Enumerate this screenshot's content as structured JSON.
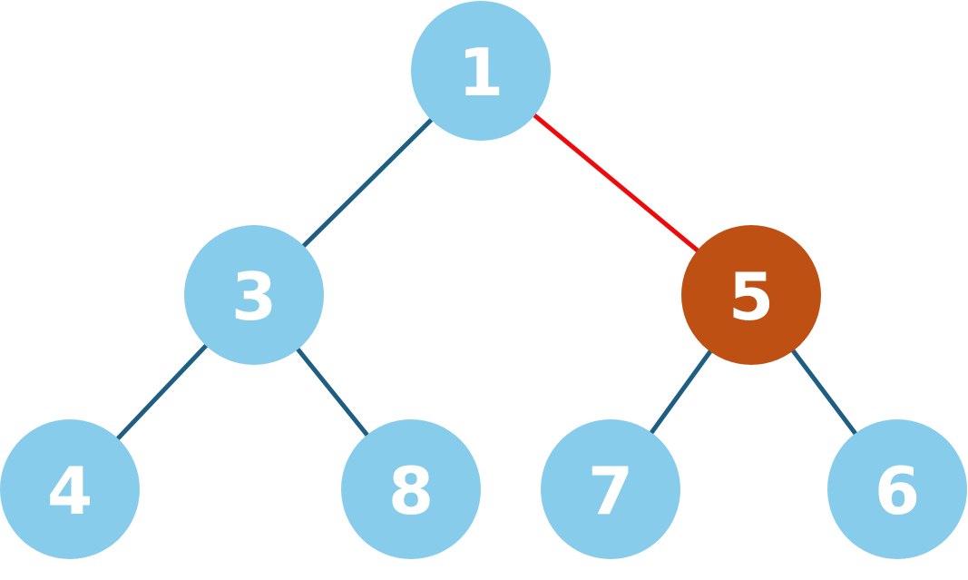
{
  "colors": {
    "node_default": "#87CCEB",
    "node_highlight": "#BF5014",
    "edge_default": "#1D5E82",
    "edge_highlight": "#EE0A0A",
    "label": "#FFFFFF"
  },
  "nodes": [
    {
      "id": "n1",
      "label": "1",
      "highlighted": false
    },
    {
      "id": "n3",
      "label": "3",
      "highlighted": false
    },
    {
      "id": "n5",
      "label": "5",
      "highlighted": true
    },
    {
      "id": "n4",
      "label": "4",
      "highlighted": false
    },
    {
      "id": "n8",
      "label": "8",
      "highlighted": false
    },
    {
      "id": "n7",
      "label": "7",
      "highlighted": false
    },
    {
      "id": "n6",
      "label": "6",
      "highlighted": false
    }
  ],
  "edges": [
    {
      "from": "n1",
      "to": "n3",
      "highlighted": false
    },
    {
      "from": "n1",
      "to": "n5",
      "highlighted": true
    },
    {
      "from": "n3",
      "to": "n4",
      "highlighted": false
    },
    {
      "from": "n3",
      "to": "n8",
      "highlighted": false
    },
    {
      "from": "n5",
      "to": "n7",
      "highlighted": false
    },
    {
      "from": "n5",
      "to": "n6",
      "highlighted": false
    }
  ]
}
